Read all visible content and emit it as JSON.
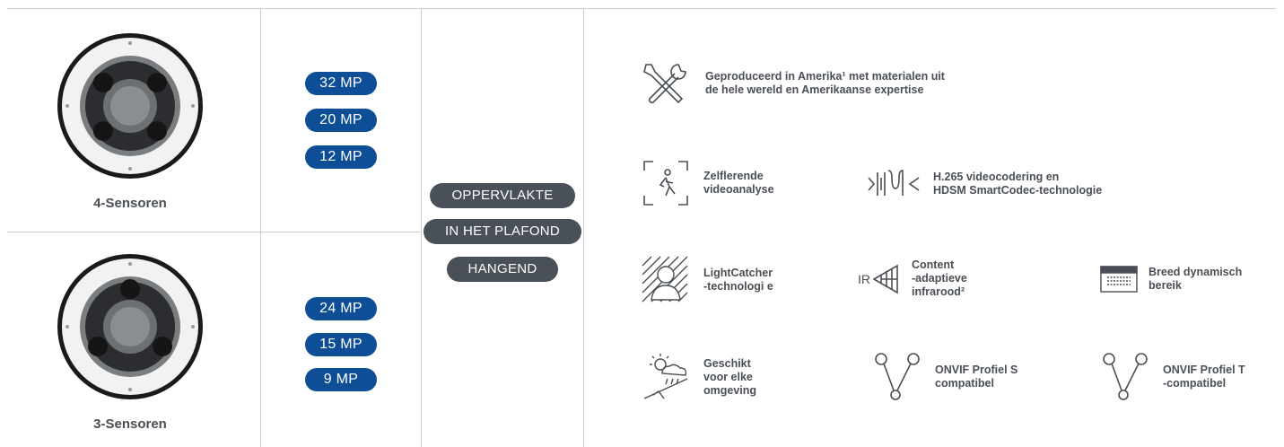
{
  "sensors": [
    {
      "label": "4-Sensoren",
      "resolutions": [
        "32 MP",
        "20 MP",
        "12 MP"
      ]
    },
    {
      "label": "3-Sensoren",
      "resolutions": [
        "24 MP",
        "15 MP",
        "9 MP"
      ]
    }
  ],
  "mounts": [
    "OPPERVLAKTE",
    "IN HET PLAFOND",
    "HANGEND"
  ],
  "features": {
    "made_in": "Geproduceerd in Amerika¹ met materialen uit\nde hele wereld en Amerikaanse expertise",
    "self_learning": "Zelflerende\nvideoanalyse",
    "h265": "H.265 videocodering en\nHDSM SmartCodec-technologie",
    "lightcatcher": "LightCatcher\n-technologi e",
    "adaptive_ir": "Content\n-adaptieve\ninfrarood²",
    "ir_icon_text": "IR",
    "wdr": "Breed dynamisch\nbereik",
    "environment": "Geschikt\nvoor elke\nomgeving",
    "onvif_s": "ONVIF Profiel S\ncompatibel",
    "onvif_t": "ONVIF Profiel T\n-compatibel"
  },
  "colors": {
    "mp_pill": "#0d4e96",
    "mount_pill": "#4a5057",
    "text": "#4a4f55",
    "divider": "#c9cdd2"
  }
}
